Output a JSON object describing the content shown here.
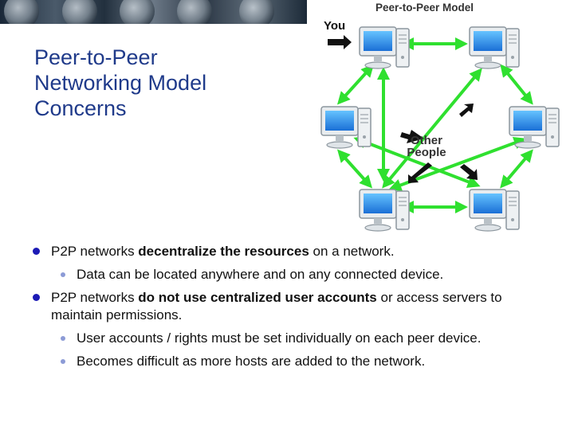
{
  "slide": {
    "title_lines": [
      "Peer-to-Peer",
      "Networking Model",
      "Concerns"
    ]
  },
  "diagram": {
    "title": "Peer-to-Peer Model",
    "you_label": "You",
    "other_label_line1": "Other",
    "other_label_line2": "People",
    "arrow_color": "#2fe02f"
  },
  "bullets": [
    {
      "level": 1,
      "before": "P2P networks ",
      "bold": "decentralize the resources",
      "after": " on a network."
    },
    {
      "level": 2,
      "text": "Data can be located anywhere and on any connected device."
    },
    {
      "level": 1,
      "before": "P2P networks ",
      "bold": "do not use centralized user accounts",
      "after": " or access servers to maintain permissions."
    },
    {
      "level": 2,
      "text": "User accounts / rights must be set individually on each peer device."
    },
    {
      "level": 2,
      "text": "Becomes difficult as more hosts are added to the network."
    }
  ]
}
